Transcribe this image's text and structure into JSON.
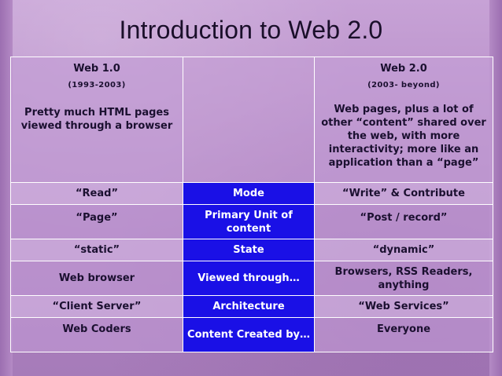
{
  "slide": {
    "title": "Introduction to Web 2.0"
  },
  "table": {
    "header": {
      "web1": {
        "name": "Web 1.0",
        "years": "(1993-2003)",
        "description": "Pretty much HTML pages viewed through a browser"
      },
      "middle": "",
      "web2": {
        "name": "Web 2.0",
        "years": "(2003- beyond)",
        "description": "Web pages, plus a lot of other “content” shared over the web, with more interactivity; more like an application than a “page”"
      }
    },
    "rows": [
      {
        "web1": "“Read”",
        "aspect": "Mode",
        "web2": "“Write” & Contribute"
      },
      {
        "web1": "“Page”",
        "aspect": "Primary Unit of content",
        "web2": "“Post / record”"
      },
      {
        "web1": "“static”",
        "aspect": "State",
        "web2": "“dynamic”"
      },
      {
        "web1": "Web browser",
        "aspect": "Viewed through…",
        "web2": "Browsers, RSS Readers, anything"
      },
      {
        "web1": "“Client Server”",
        "aspect": "Architecture",
        "web2": "“Web Services”"
      },
      {
        "web1": "Web Coders",
        "aspect": "Content Created by…",
        "web2": "Everyone"
      }
    ]
  },
  "colors": {
    "aspect_column": "#1a10e6",
    "background": "#b98ec7"
  }
}
